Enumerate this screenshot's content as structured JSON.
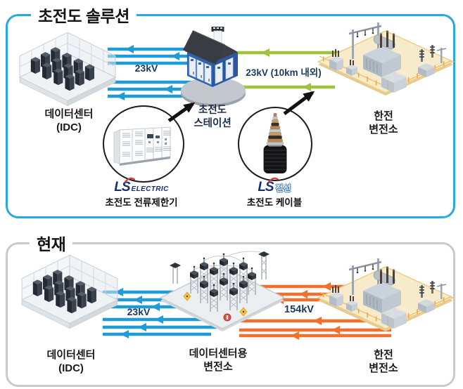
{
  "solution_panel": {
    "title": "초전도 솔루션",
    "datacenter_label_1": "데이터센터",
    "datacenter_label_2": "(IDC)",
    "station_label_1": "초전도",
    "station_label_2": "스테이션",
    "grid_substation_label_1": "한전",
    "grid_substation_label_2": "변전소",
    "dc_link_voltage": "23kV",
    "grid_link_voltage": "23kV (10km 내외)",
    "limiter_callout": {
      "brand": "LS",
      "brand_suffix": "ELECTRIC",
      "caption": "초전도 전류제한기"
    },
    "cable_callout": {
      "brand": "LS",
      "brand_suffix": "전선",
      "caption": "초전도 케이블"
    }
  },
  "current_panel": {
    "title": "현재",
    "datacenter_label_1": "데이터센터",
    "datacenter_label_2": "(IDC)",
    "dc_substation_label_1": "데이터센터용",
    "dc_substation_label_2": "변전소",
    "grid_substation_label_1": "한전",
    "grid_substation_label_2": "변전소",
    "dc_link_voltage": "23kV",
    "grid_link_voltage": "154kV"
  },
  "colors": {
    "flow_blue": "#1F9CD8",
    "flow_green": "#9EC43B",
    "flow_orange": "#F2702E",
    "panel_border_blue": "#2AA9E0",
    "panel_border_gray": "#C9CACB",
    "brand_navy": "#1A2F70",
    "brand_red": "#E0393D"
  }
}
